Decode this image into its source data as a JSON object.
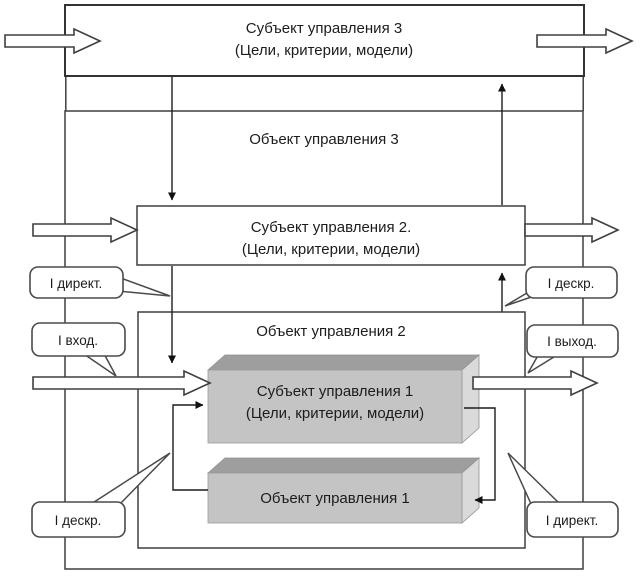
{
  "diagram": {
    "title_hint": "Hierarchical control system diagram (3 levels)",
    "boxes": {
      "subject3": {
        "title": "Субъект управления 3",
        "subtitle": "(Цели, критерии, модели)"
      },
      "object3": {
        "title": "Объект управления 3"
      },
      "subject2": {
        "title": "Субъект управления 2.",
        "subtitle": "(Цели, критерии, модели)"
      },
      "object2": {
        "title": "Объект управления 2"
      },
      "subject1": {
        "title": "Субъект управления 1",
        "subtitle": "(Цели, критерии, модели)"
      },
      "object1": {
        "title": "Объект управления 1"
      }
    },
    "callouts": {
      "directive2": "I директ.",
      "input": "I вход.",
      "descriptive2": "I дескр.",
      "output": "I выход.",
      "descriptive1": "I дескр.",
      "directive1": "I директ."
    },
    "colors": {
      "line": "#3f3f3f",
      "arrow_fill": "#ffffff",
      "face_front": "#c4c4c4",
      "face_top": "#9e9e9e",
      "face_side": "#dadada",
      "text": "#1c1c1c"
    }
  }
}
